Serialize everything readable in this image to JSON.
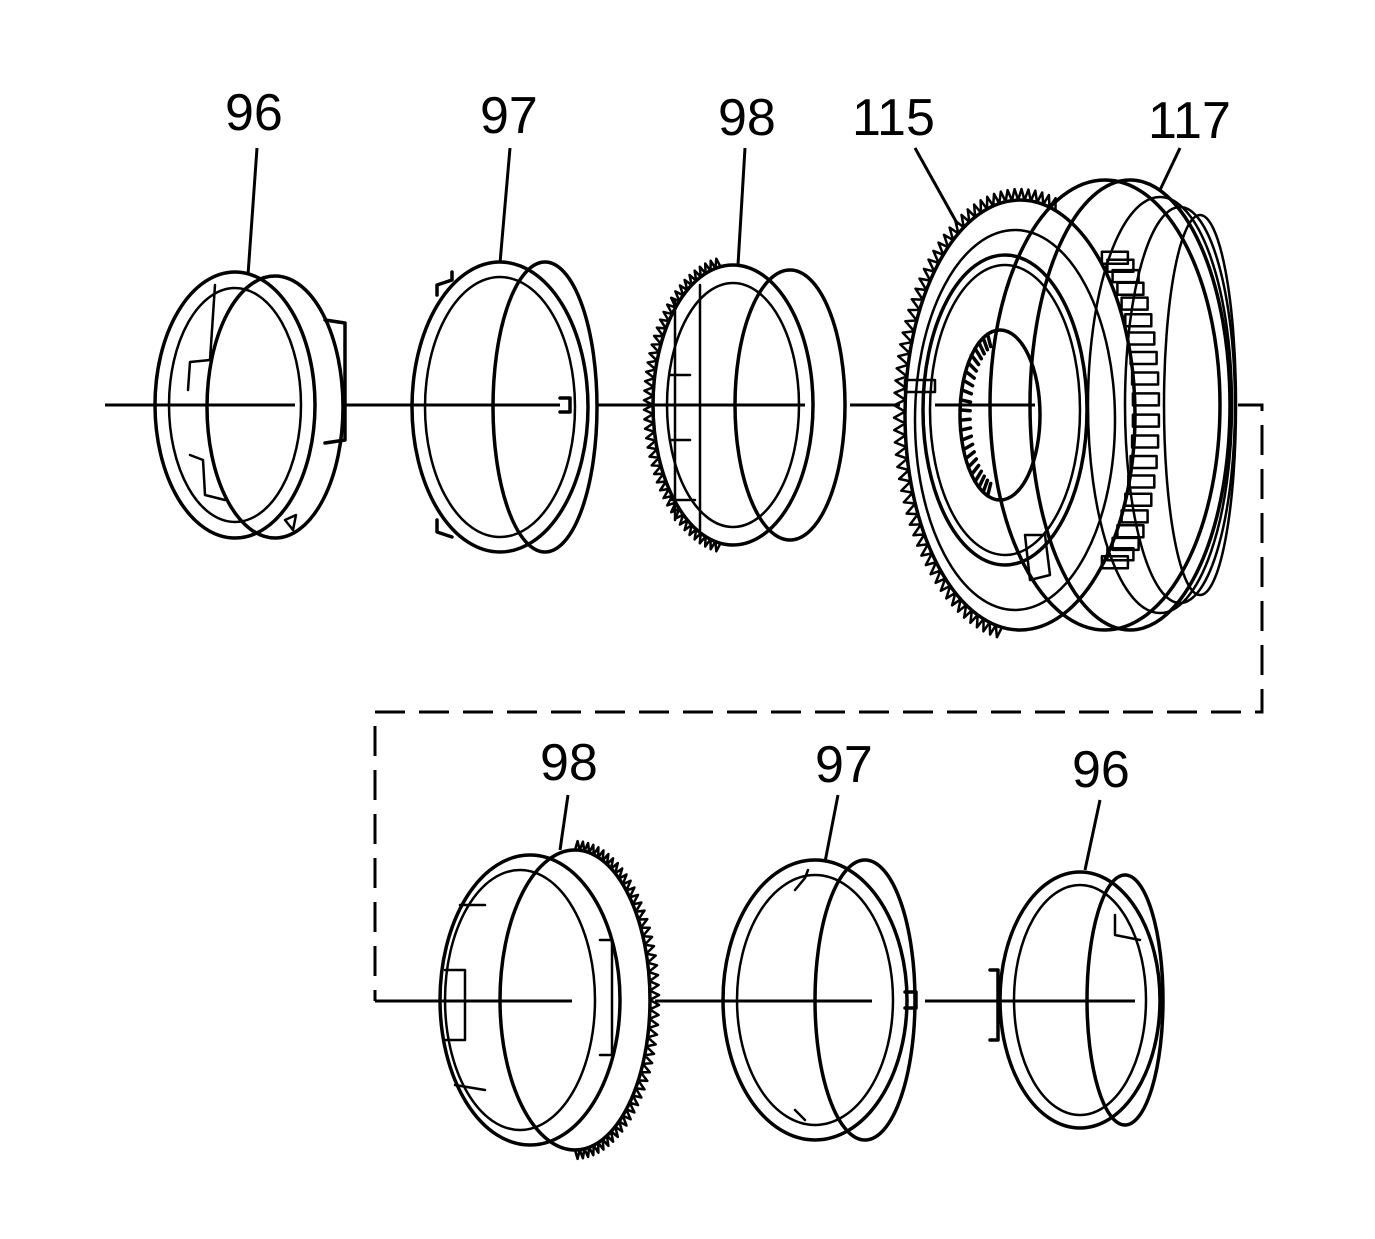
{
  "diagram": {
    "top_row": {
      "part_96": "96",
      "part_97": "97",
      "part_98": "98",
      "part_115": "115",
      "part_117": "117"
    },
    "bottom_row": {
      "part_98": "98",
      "part_97": "97",
      "part_96": "96"
    }
  }
}
